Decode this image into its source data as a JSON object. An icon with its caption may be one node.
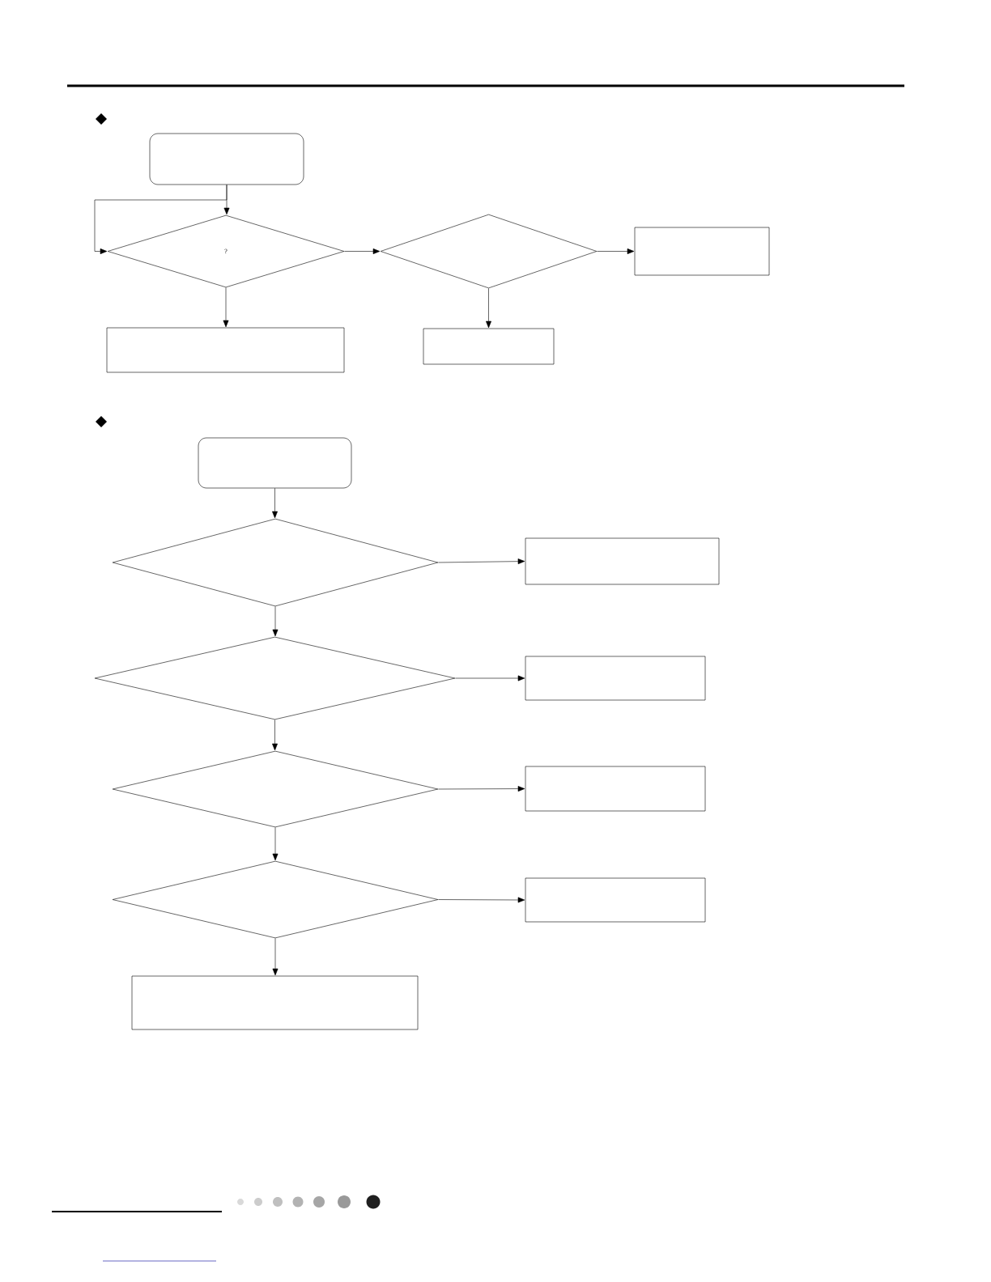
{
  "diagram": {
    "nodes": [
      {
        "text": [],
        "shape": "box"
      },
      {
        "text": [
          "?"
        ]
      },
      {
        "text": [],
        "shape": "diamond"
      },
      {
        "text": [],
        "shape": "box"
      },
      {
        "text": [],
        "shape": "box"
      },
      {
        "text": [],
        "shape": "box"
      },
      {
        "text": [],
        "shape": "box"
      },
      {
        "text": [],
        "shape": "diamond"
      },
      {
        "text": [],
        "shape": "box"
      },
      {
        "text": [],
        "shape": "diamond"
      },
      {
        "text": [],
        "shape": "box"
      },
      {
        "text": [],
        "shape": "diamond"
      },
      {
        "text": [],
        "shape": "box"
      },
      {
        "text": [],
        "shape": "diamond"
      },
      {
        "text": [],
        "shape": "box"
      },
      {
        "text": [],
        "shape": "box"
      }
    ],
    "edges": [
      {
        "from": 0,
        "to": 1,
        "arrow": "to"
      },
      {
        "from": 0,
        "to": 1,
        "arrow": "to"
      },
      {
        "from": 1,
        "to": 2,
        "arrow": "to"
      },
      {
        "from": 2,
        "to": 3,
        "arrow": "to"
      },
      {
        "from": 1,
        "to": 4,
        "arrow": "to"
      },
      {
        "from": 2,
        "to": 5,
        "arrow": "to"
      },
      {
        "from": 6,
        "to": 7,
        "arrow": "to"
      },
      {
        "from": 7,
        "to": 8,
        "arrow": "to"
      },
      {
        "from": 7,
        "to": 9,
        "arrow": "to"
      },
      {
        "from": 9,
        "to": 10,
        "arrow": "to"
      },
      {
        "from": 9,
        "to": 11,
        "arrow": "to"
      },
      {
        "from": 11,
        "to": 12,
        "arrow": "to"
      },
      {
        "from": 11,
        "to": 13,
        "arrow": "to"
      },
      {
        "from": 13,
        "to": 14,
        "arrow": "to"
      },
      {
        "from": 13,
        "to": 15,
        "arrow": "to"
      }
    ]
  }
}
